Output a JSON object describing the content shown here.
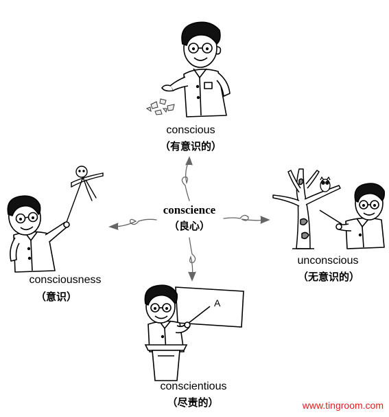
{
  "diagram": {
    "center": {
      "word": "conscience",
      "meaning": "（良心）"
    },
    "nodes": [
      {
        "word": "conscious",
        "meaning": "（有意识的）"
      },
      {
        "word": "consciousness",
        "meaning": "（意识）"
      },
      {
        "word": "unconscious",
        "meaning": "（无意识的）"
      },
      {
        "word": "conscientious",
        "meaning": "（尽责的）"
      }
    ],
    "board_letter": "A"
  },
  "watermark": "www.tingroom.com",
  "icons": [
    "teacher-throwing-paper-icon",
    "teacher-with-puppet-icon",
    "dead-tree-icon",
    "owl-icon",
    "teacher-pointing-icon",
    "blackboard-icon",
    "podium-icon"
  ],
  "colors": {
    "text": "#000000",
    "arrow": "#666666",
    "watermark": "#e02020"
  }
}
